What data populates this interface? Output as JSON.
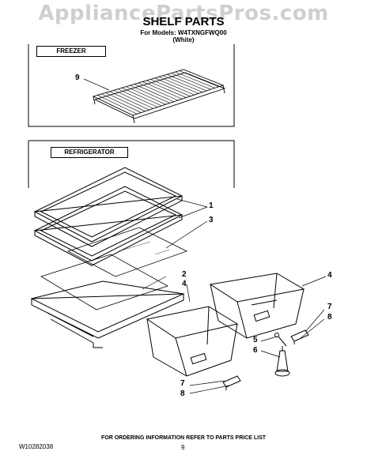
{
  "watermark": "AppliancePartsPros.com",
  "title": "SHELF PARTS",
  "models_line": "For Models: W4TXNGFWQ00",
  "color_line": "(White)",
  "sections": {
    "freezer": "FREEZER",
    "refrigerator": "REFRIGERATOR"
  },
  "callouts": {
    "c9": "9",
    "c1": "1",
    "c3": "3",
    "c2": "2",
    "c4a": "4",
    "c4b": "4",
    "c7a": "7",
    "c8a": "8",
    "c5": "5",
    "c6": "6",
    "c7b": "7",
    "c8b": "8"
  },
  "footer": {
    "ordering_note": "FOR ORDERING INFORMATION REFER TO PARTS PRICE LIST",
    "doc_number": "W10282038",
    "page_number": "9"
  },
  "colors": {
    "line": "#000000",
    "watermark": "#cfcfcf"
  }
}
